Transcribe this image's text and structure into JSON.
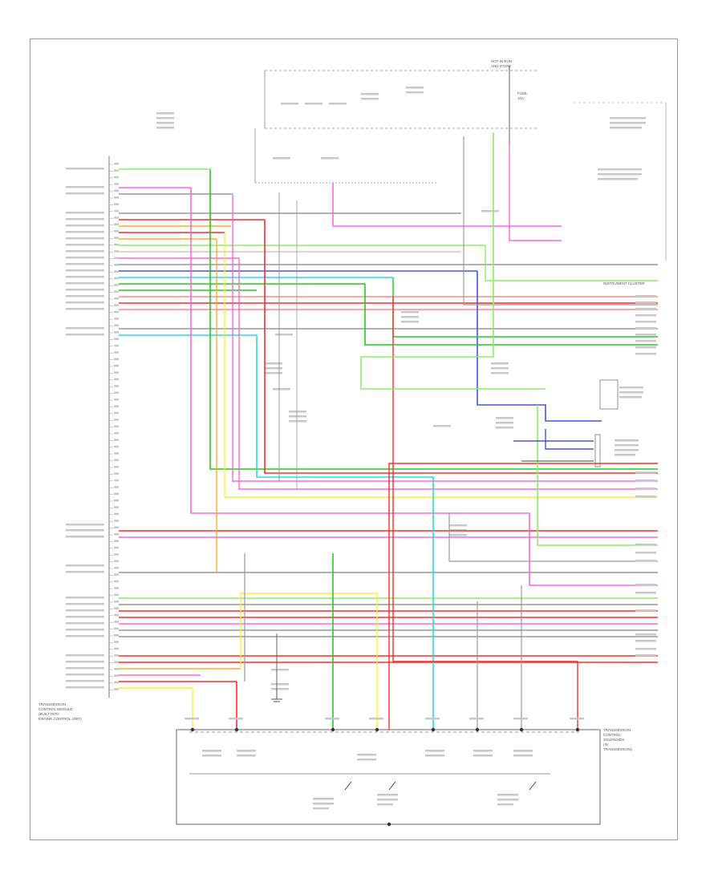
{
  "figure_id": "",
  "pcm_label": [
    "TRANSMISSION",
    "CONTROL MODULE",
    "(BUILT INTO",
    "ENGINE CONTROL UNIT)"
  ],
  "tcm_label": [
    "TRANSMISSION",
    "CONTROL",
    "SOLENOIDS",
    "(IN",
    "TRANSMISSION)"
  ],
  "instrument_cluster": "INSTRUMENT CLUSTER",
  "ignition_label": [
    "HOT IN RUN",
    "AND START"
  ],
  "fuse_label": [
    "FUSE",
    "10A"
  ],
  "colors": {
    "green": "#22cc22",
    "light_green": "#88ee66",
    "pink": "#ff66dd",
    "red": "#ff2a2a",
    "light_red": "#ff8888",
    "orange": "#ffaa33",
    "yellow": "#ffee33",
    "cyan": "#22ddee",
    "blue": "#4455dd",
    "gray": "#999999",
    "dark_gray": "#666666",
    "light_gray": "#cccccc"
  }
}
